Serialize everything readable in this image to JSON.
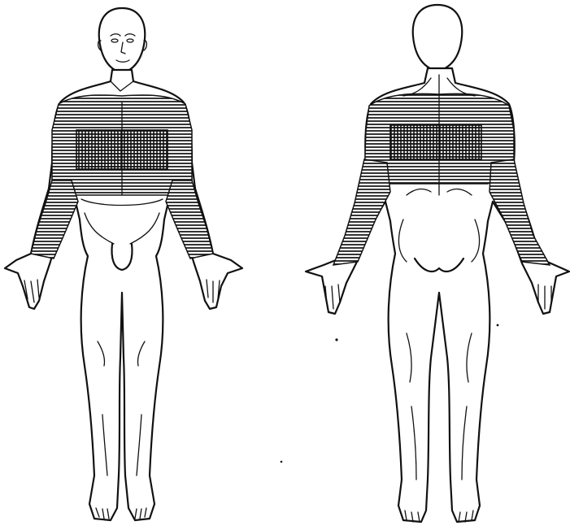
{
  "figure": {
    "views": [
      {
        "key": "front",
        "icon": "human-body-front-view"
      },
      {
        "key": "back",
        "icon": "human-body-back-view"
      }
    ],
    "colors": {
      "line": "#111111",
      "background": "#ffffff",
      "hatch": "#111111"
    },
    "shaded_regions": [
      {
        "view": "front",
        "region": "upper-chest-band",
        "pattern": "horizontal-hatch"
      },
      {
        "view": "front",
        "region": "mid-chest-block",
        "pattern": "cross-hatch"
      },
      {
        "view": "front",
        "region": "left-arm",
        "pattern": "horizontal-hatch"
      },
      {
        "view": "front",
        "region": "right-arm",
        "pattern": "horizontal-hatch"
      },
      {
        "view": "back",
        "region": "upper-back-band",
        "pattern": "horizontal-hatch"
      },
      {
        "view": "back",
        "region": "mid-back-block",
        "pattern": "cross-hatch"
      },
      {
        "view": "back",
        "region": "left-arm",
        "pattern": "horizontal-hatch"
      },
      {
        "view": "back",
        "region": "right-arm",
        "pattern": "horizontal-hatch"
      }
    ]
  }
}
